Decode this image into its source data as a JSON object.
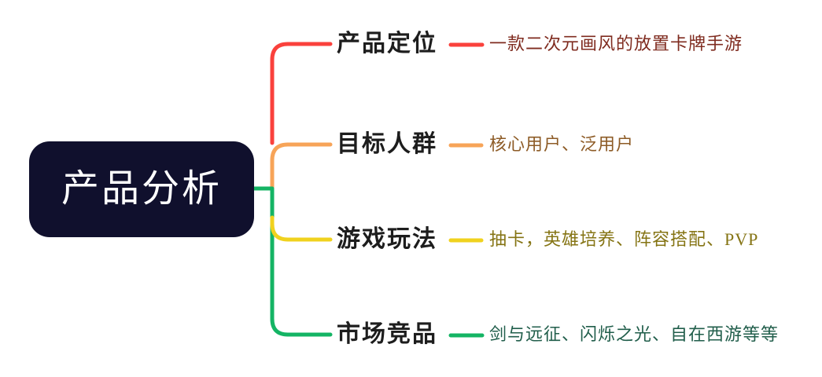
{
  "canvas": {
    "background": "#ffffff"
  },
  "root": {
    "label": "产品分析",
    "bg_color": "#10102d",
    "text_color": "#ffffff"
  },
  "branches": [
    {
      "label": "产品定位",
      "detail": "一款二次元画风的放置卡牌手游",
      "line_color": "#fa413c",
      "detail_color": "#7f2b1f"
    },
    {
      "label": "目标人群",
      "detail": "核心用户、泛用户",
      "line_color": "#f7a458",
      "detail_color": "#8d5b26"
    },
    {
      "label": "游戏玩法",
      "detail": "抽卡，英雄培养、阵容搭配、PVP",
      "line_color": "#f0d21e",
      "detail_color": "#857414"
    },
    {
      "label": "市场竞品",
      "detail": "剑与远征、闪烁之光、自在西游等等",
      "line_color": "#14b464",
      "detail_color": "#215e4b"
    }
  ],
  "label_text_color": "#1d1d1d"
}
